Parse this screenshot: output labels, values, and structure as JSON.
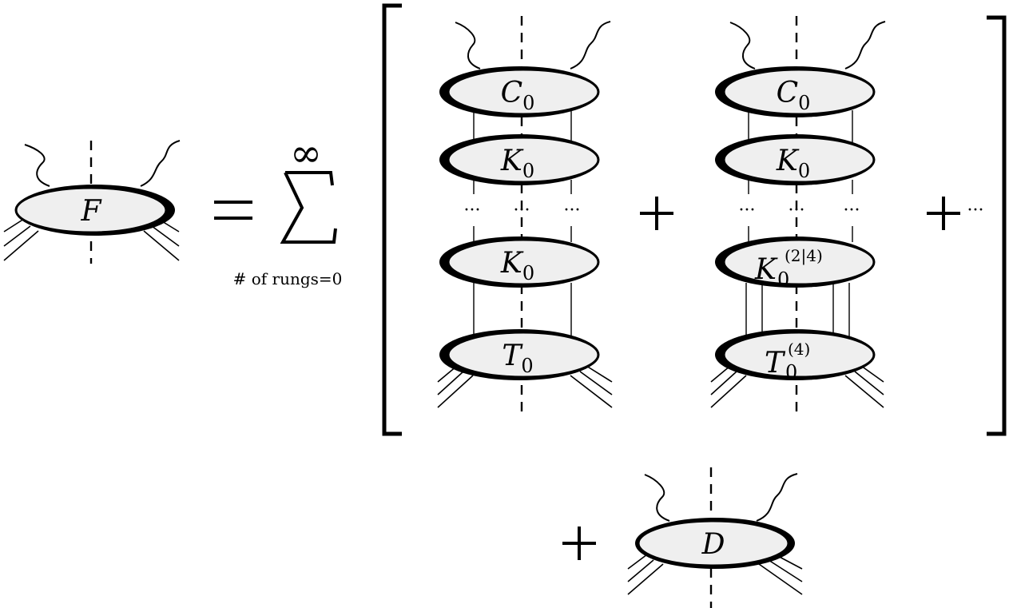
{
  "lhs": {
    "blob_label": "F"
  },
  "sum": {
    "symbol": "∑",
    "upper": "∞",
    "lower": "# of rungs=0"
  },
  "term1": {
    "top": {
      "base": "C",
      "sub": "0"
    },
    "kernel_top": {
      "base": "K",
      "sub": "0"
    },
    "kernel_bottom": {
      "base": "K",
      "sub": "0"
    },
    "bottom": {
      "base": "T",
      "sub": "0"
    },
    "dots": [
      "···",
      "···",
      "···"
    ]
  },
  "term2": {
    "top": {
      "base": "C",
      "sub": "0"
    },
    "kernel_top": {
      "base": "K",
      "sub": "0"
    },
    "kernel_bottom": {
      "base": "K",
      "sub": "0",
      "sup": "(2|4)"
    },
    "bottom": {
      "base": "T",
      "sub": "0",
      "sup": "(4)"
    },
    "dots": [
      "···",
      "···",
      "···"
    ]
  },
  "plus_between": "+",
  "trailing": {
    "plus": "+",
    "dots": "···"
  },
  "extra_term": {
    "plus": "+",
    "blob_label": "D"
  }
}
